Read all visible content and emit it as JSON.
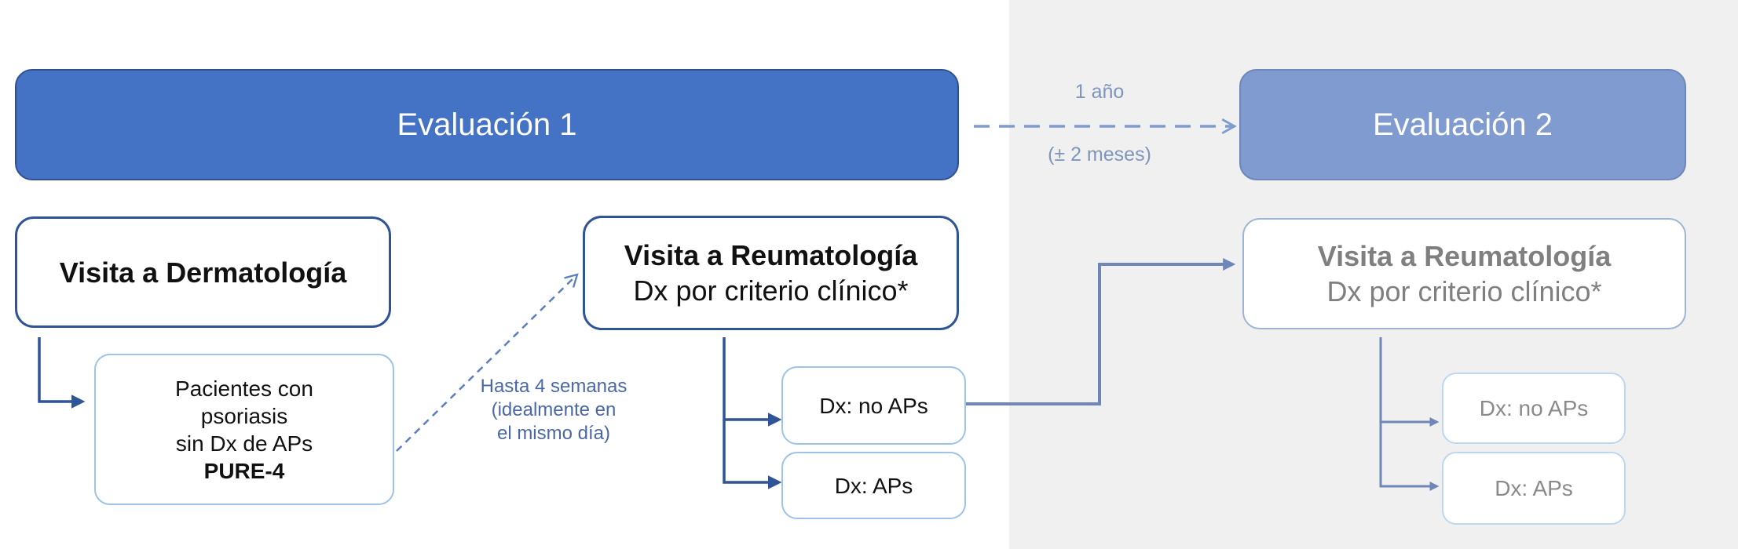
{
  "evaluation1": {
    "label": "Evaluación 1"
  },
  "evaluation2": {
    "label": "Evaluación 2"
  },
  "interval": {
    "line1": "1 año",
    "line2": "(± 2 meses)"
  },
  "dermatology": {
    "title": "Visita a Dermatología"
  },
  "patients": {
    "line1": "Pacientes con",
    "line2": "psoriasis",
    "line3": "sin Dx de APs",
    "line4": "PURE-4"
  },
  "referral": {
    "line1": "Hasta 4 semanas",
    "line2": "(idealmente en",
    "line3": "el mismo día)"
  },
  "rheumatology1": {
    "title": "Visita a Reumatología",
    "subtitle": "Dx por criterio clínico*"
  },
  "rheumatology2": {
    "title": "Visita a Reumatología",
    "subtitle": "Dx por criterio clínico*"
  },
  "outcomes1": {
    "no_aps": "Dx: no APs",
    "aps": "Dx: APs"
  },
  "outcomes2": {
    "no_aps": "Dx: no APs",
    "aps": "Dx: APs"
  },
  "colors": {
    "primary_blue": "#4472c4",
    "faded_blue": "#7f9bd0",
    "dark_border": "#2f5597",
    "light_border": "#9dc3e6",
    "panel_gray": "#f0f0f0"
  }
}
